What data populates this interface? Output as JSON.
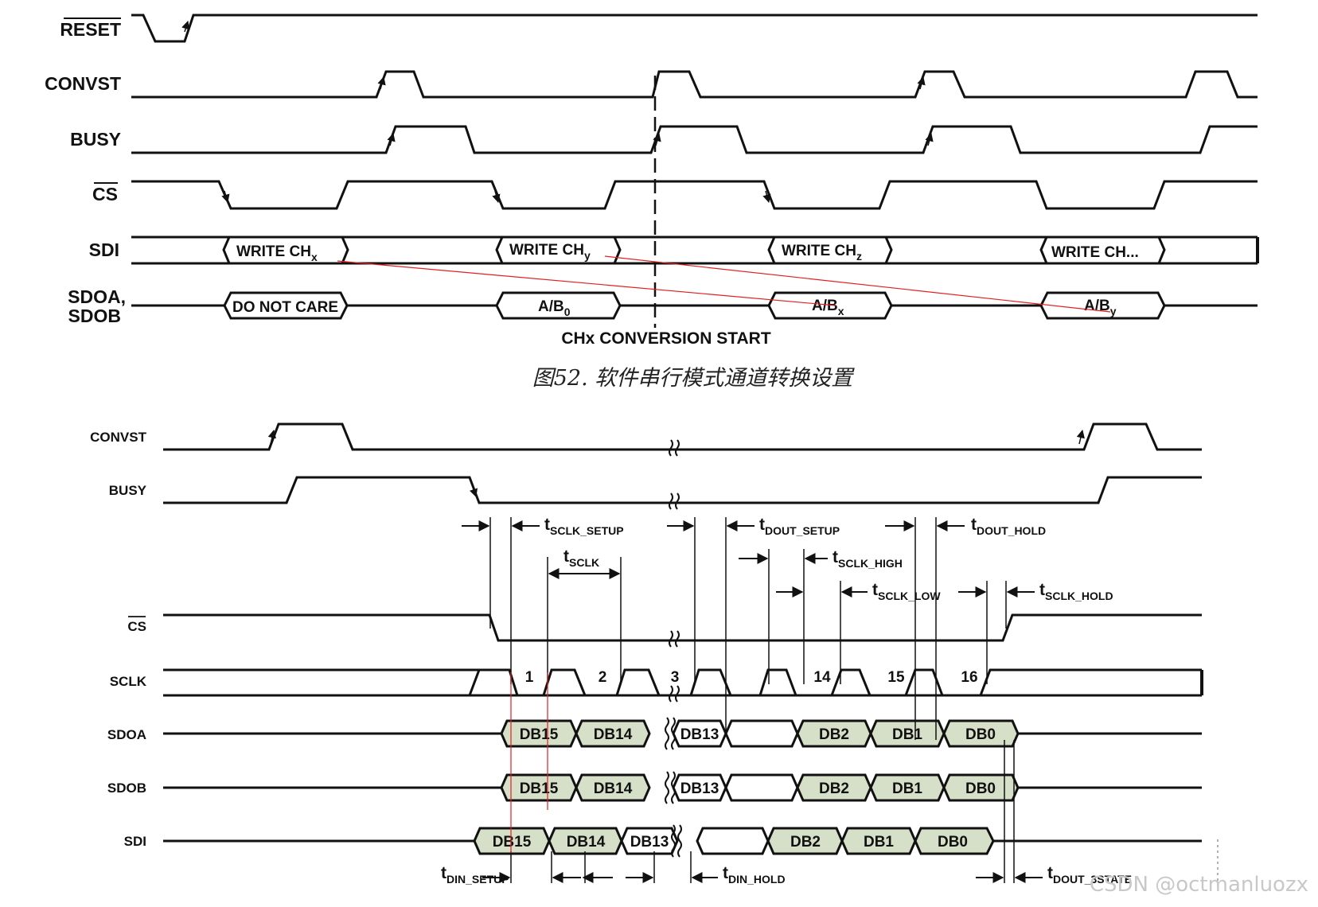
{
  "figure1": {
    "signals": {
      "reset": "RESET",
      "convst": "CONVST",
      "busy": "BUSY",
      "cs": "CS",
      "sdi": "SDI",
      "sdo_line1": "SDOA,",
      "sdo_line2": "SDOB"
    },
    "sdi_boxes": [
      {
        "main": "WRITE CH",
        "sub": "x"
      },
      {
        "main": "WRITE CH",
        "sub": "y"
      },
      {
        "main": "WRITE CH",
        "sub": "z"
      },
      {
        "main": "WRITE CH...",
        "sub": ""
      }
    ],
    "sdo_boxes": [
      {
        "main": "DO NOT CARE",
        "sub": ""
      },
      {
        "main": "A/B",
        "sub": "0"
      },
      {
        "main": "A/B",
        "sub": "x"
      },
      {
        "main": "A/B",
        "sub": "y"
      }
    ],
    "conversion_start": "CHx CONVERSION START"
  },
  "caption": "图52. 软件串行模式通道转换设置",
  "figure2": {
    "signals": {
      "convst": "CONVST",
      "busy": "BUSY",
      "cs": "CS",
      "sclk": "SCLK",
      "sdoa": "SDOA",
      "sdob": "SDOB",
      "sdi": "SDI"
    },
    "sclk_numbers": [
      "1",
      "2",
      "3",
      "14",
      "15",
      "16"
    ],
    "data_bits": {
      "sdoa": [
        "DB15",
        "DB14",
        "DB13",
        "DB2",
        "DB1",
        "DB0"
      ],
      "sdob": [
        "DB15",
        "DB14",
        "DB13",
        "DB2",
        "DB1",
        "DB0"
      ],
      "sdi": [
        "DB15",
        "DB14",
        "DB13",
        "DB2",
        "DB1",
        "DB0"
      ]
    },
    "timing": [
      {
        "t": "t",
        "sub": "SCLK_SETUP"
      },
      {
        "t": "t",
        "sub": "SCLK"
      },
      {
        "t": "t",
        "sub": "DOUT_SETUP"
      },
      {
        "t": "t",
        "sub": "DOUT_HOLD"
      },
      {
        "t": "t",
        "sub": "SCLK_HIGH"
      },
      {
        "t": "t",
        "sub": "SCLK_LOW"
      },
      {
        "t": "t",
        "sub": "SCLK_HOLD"
      },
      {
        "t": "t",
        "sub": "DIN_SETUP"
      },
      {
        "t": "t",
        "sub": "DIN_HOLD"
      },
      {
        "t": "t",
        "sub": "DOUT_3STATE"
      }
    ]
  },
  "watermark": "CSDN @octmanluozx",
  "colors": {
    "line": "#111111",
    "box_fill": "#d6e0c8",
    "annotation": "#e02020",
    "caption": "#222222"
  }
}
